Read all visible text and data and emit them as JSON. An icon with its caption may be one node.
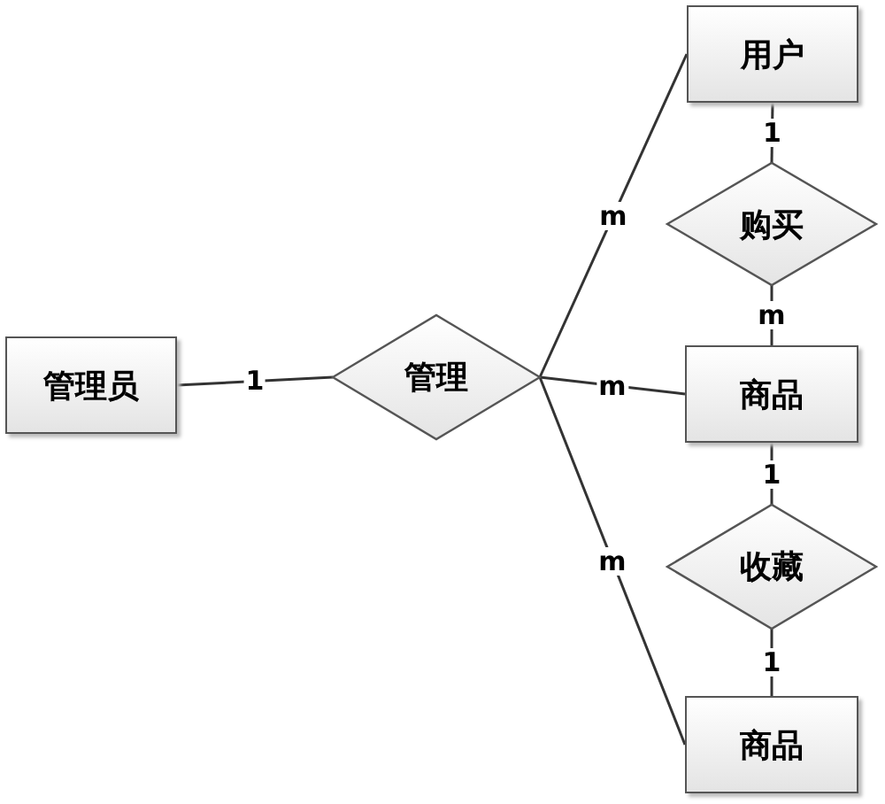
{
  "diagram": {
    "nodes": [
      {
        "text": [
          "管理员"
        ]
      },
      {
        "text": [
          "管理"
        ]
      },
      {
        "text": [
          "用户"
        ]
      },
      {
        "text": [
          "购买"
        ]
      },
      {
        "text": [
          "商品"
        ]
      },
      {
        "text": [
          "收藏"
        ]
      },
      {
        "text": [
          "商品"
        ]
      }
    ],
    "edges": [
      {
        "from": 0,
        "to": 1,
        "arrow": "none",
        "label": "1"
      },
      {
        "from": 1,
        "to": 2,
        "arrow": "none",
        "label": "m"
      },
      {
        "from": 1,
        "to": 4,
        "arrow": "none",
        "label": "m"
      },
      {
        "from": 1,
        "to": 6,
        "arrow": "none",
        "label": "m"
      },
      {
        "from": 2,
        "to": 3,
        "arrow": "none",
        "label": "1"
      },
      {
        "from": 3,
        "to": 4,
        "arrow": "none",
        "label": "m"
      },
      {
        "from": 4,
        "to": 5,
        "arrow": "none",
        "label": "1"
      },
      {
        "from": 5,
        "to": 6,
        "arrow": "none",
        "label": "1"
      }
    ]
  }
}
